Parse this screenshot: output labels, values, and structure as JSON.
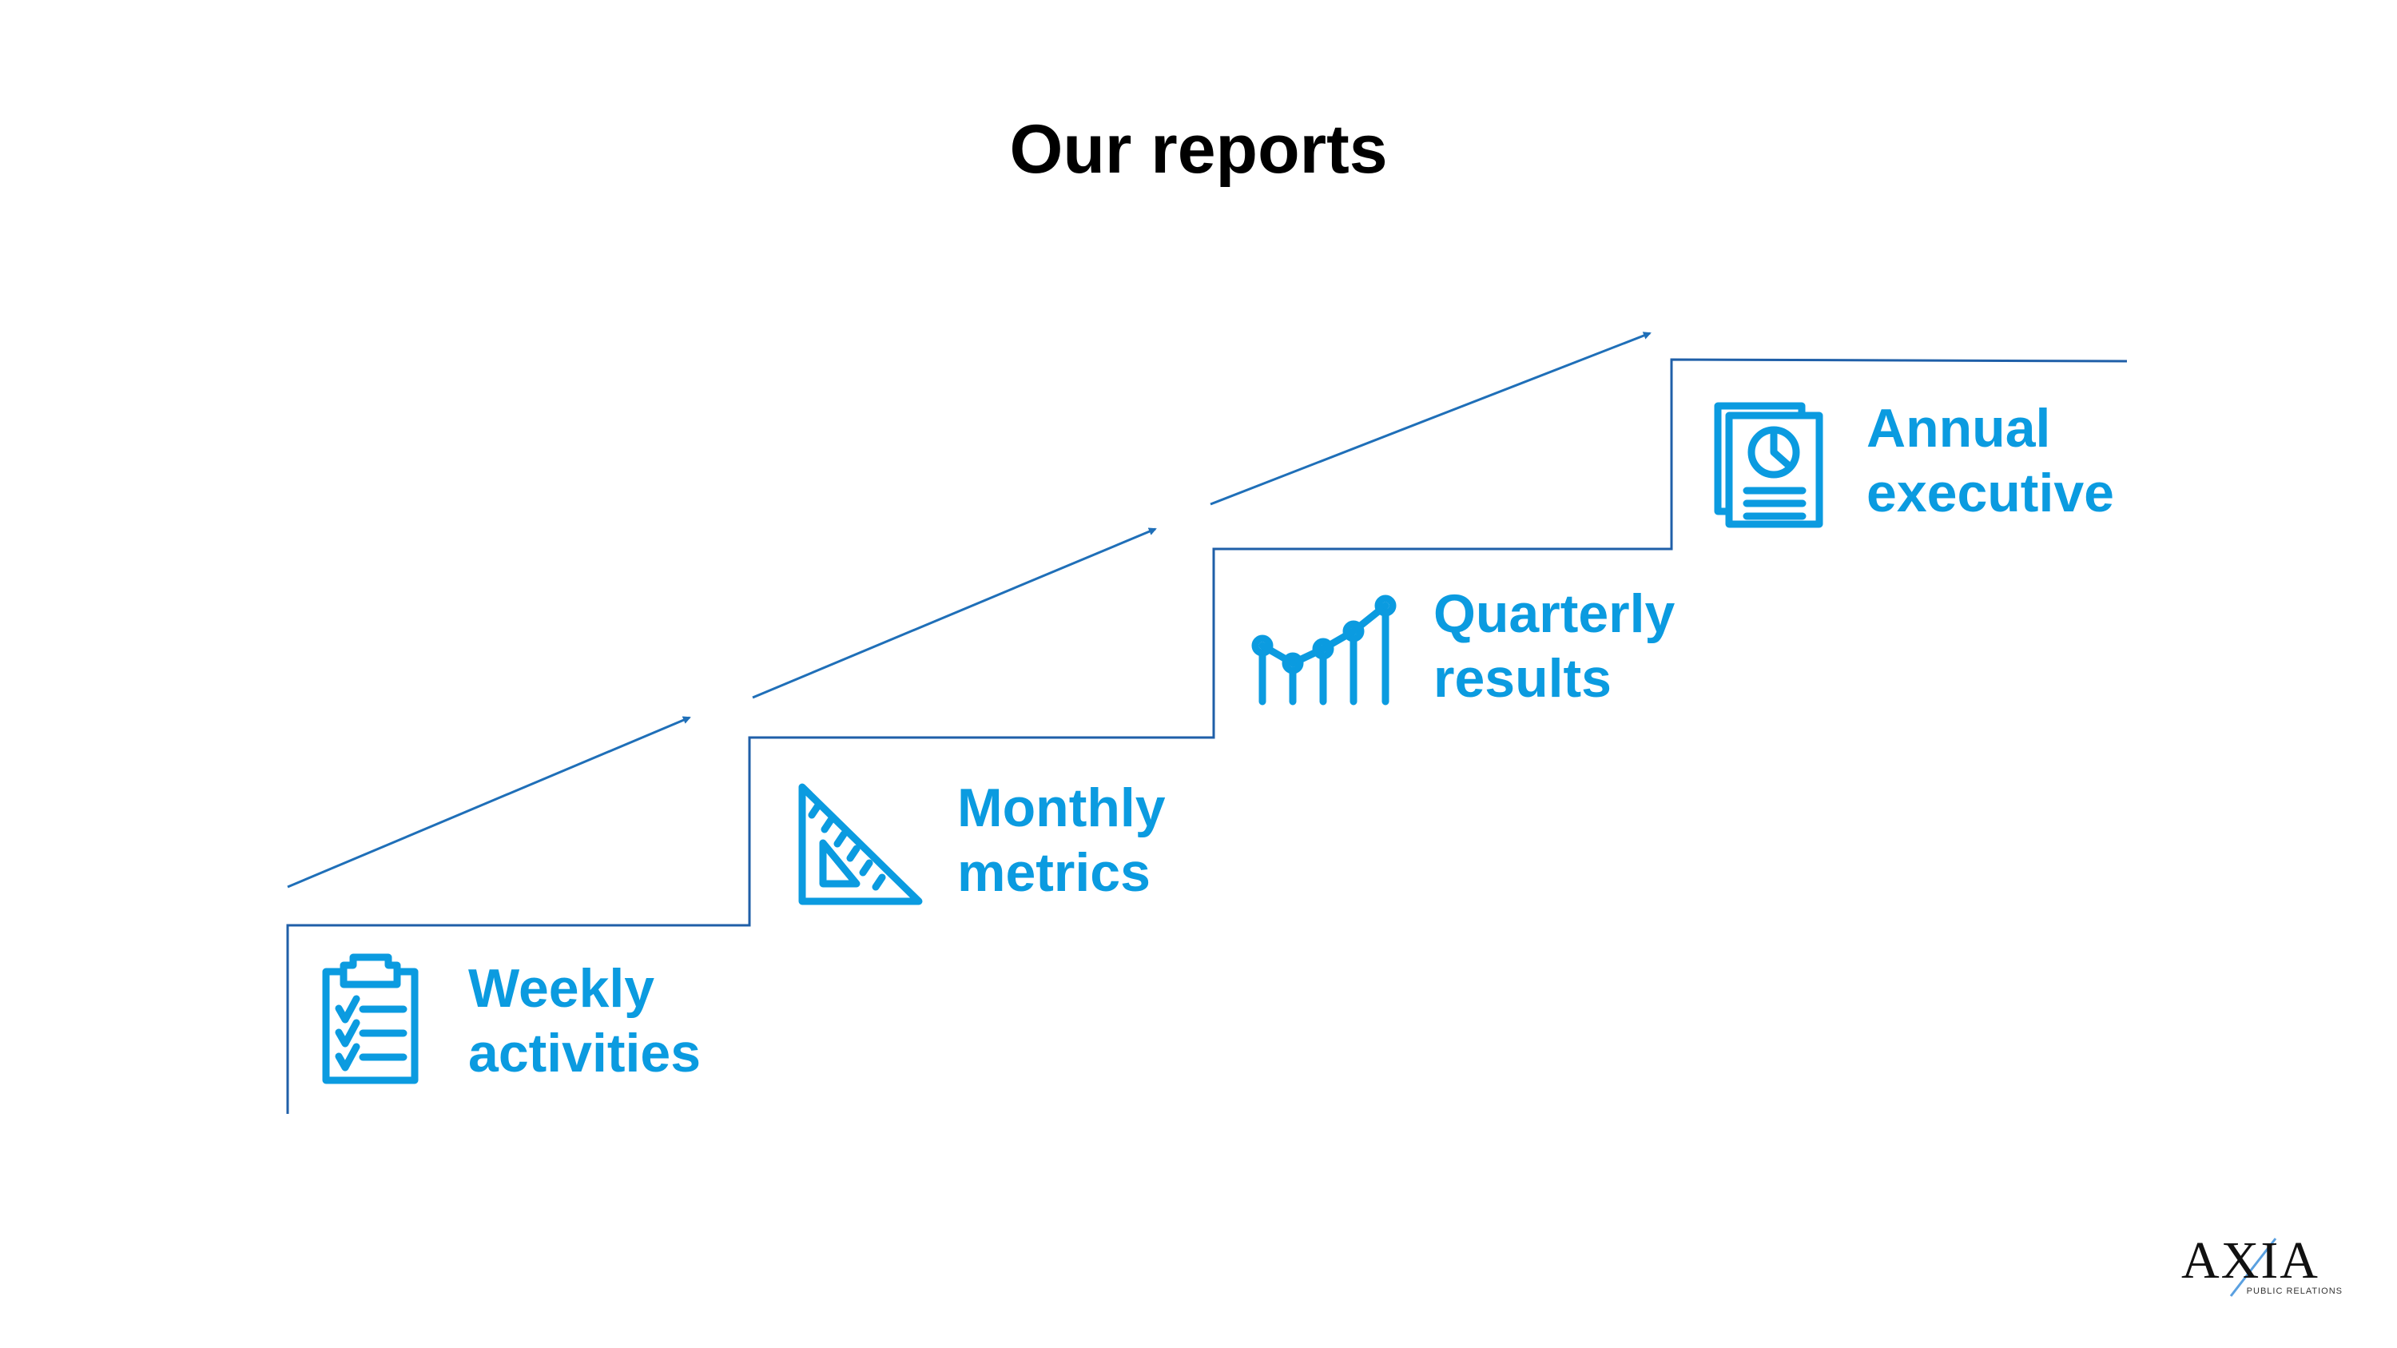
{
  "title": "Our reports",
  "steps": [
    {
      "line1": "Weekly",
      "line2": "activities",
      "icon": "clipboard-checklist-icon"
    },
    {
      "line1": "Monthly",
      "line2": "metrics",
      "icon": "set-square-ruler-icon"
    },
    {
      "line1": "Quarterly",
      "line2": "results",
      "icon": "line-bar-chart-icon"
    },
    {
      "line1": "Annual",
      "line2": "executive",
      "icon": "pie-chart-document-icon"
    }
  ],
  "logo": {
    "name": "AXIA",
    "tagline": "PUBLIC RELATIONS"
  },
  "colors": {
    "accent": "#0B9BE0",
    "line": "#1F5FA8"
  }
}
